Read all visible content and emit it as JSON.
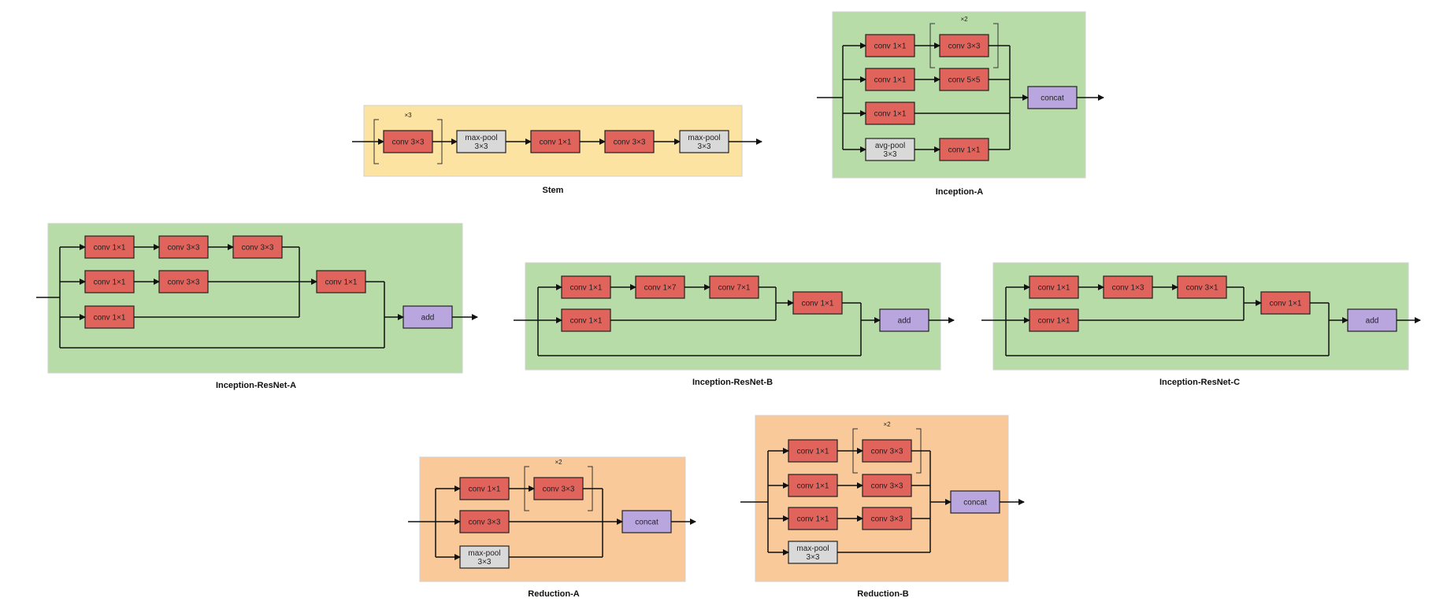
{
  "colors": {
    "stem_bg": "#fde3a1",
    "inception_bg": "#b8dca8",
    "reduction_bg": "#f9c99a",
    "conv": "#e0635c",
    "pool": "#d9d9d9",
    "merge": "#b9a6df"
  },
  "modules": [
    {
      "title": "Stem",
      "blocks": [
        {
          "label": "conv 3×3",
          "kind": "conv",
          "repeat": "×3"
        },
        {
          "label": "max-pool\n3×3",
          "kind": "pool"
        },
        {
          "label": "conv 1×1",
          "kind": "conv"
        },
        {
          "label": "conv 3×3",
          "kind": "conv"
        },
        {
          "label": "max-pool\n3×3",
          "kind": "pool"
        }
      ]
    },
    {
      "title": "Inception-A",
      "blocks": [
        {
          "label": "conv 1×1",
          "kind": "conv"
        },
        {
          "label": "conv 3×3",
          "kind": "conv",
          "repeat": "×2"
        },
        {
          "label": "conv 1×1",
          "kind": "conv"
        },
        {
          "label": "conv 5×5",
          "kind": "conv"
        },
        {
          "label": "conv 1×1",
          "kind": "conv"
        },
        {
          "label": "avg-pool\n3×3",
          "kind": "pool"
        },
        {
          "label": "conv 1×1",
          "kind": "conv"
        },
        {
          "label": "concat",
          "kind": "merge"
        }
      ]
    },
    {
      "title": "Inception-ResNet-A",
      "blocks": [
        {
          "label": "conv 1×1",
          "kind": "conv"
        },
        {
          "label": "conv 3×3",
          "kind": "conv"
        },
        {
          "label": "conv 3×3",
          "kind": "conv"
        },
        {
          "label": "conv 1×1",
          "kind": "conv"
        },
        {
          "label": "conv 3×3",
          "kind": "conv"
        },
        {
          "label": "conv 1×1",
          "kind": "conv"
        },
        {
          "label": "conv 1×1",
          "kind": "conv"
        },
        {
          "label": "add",
          "kind": "merge"
        }
      ]
    },
    {
      "title": "Inception-ResNet-B",
      "blocks": [
        {
          "label": "conv 1×1",
          "kind": "conv"
        },
        {
          "label": "conv 1×7",
          "kind": "conv"
        },
        {
          "label": "conv 7×1",
          "kind": "conv"
        },
        {
          "label": "conv 1×1",
          "kind": "conv"
        },
        {
          "label": "conv 1×1",
          "kind": "conv"
        },
        {
          "label": "add",
          "kind": "merge"
        }
      ]
    },
    {
      "title": "Inception-ResNet-C",
      "blocks": [
        {
          "label": "conv 1×1",
          "kind": "conv"
        },
        {
          "label": "conv 1×3",
          "kind": "conv"
        },
        {
          "label": "conv 3×1",
          "kind": "conv"
        },
        {
          "label": "conv 1×1",
          "kind": "conv"
        },
        {
          "label": "conv 1×1",
          "kind": "conv"
        },
        {
          "label": "add",
          "kind": "merge"
        }
      ]
    },
    {
      "title": "Reduction-A",
      "blocks": [
        {
          "label": "conv 1×1",
          "kind": "conv"
        },
        {
          "label": "conv 3×3",
          "kind": "conv",
          "repeat": "×2"
        },
        {
          "label": "conv 3×3",
          "kind": "conv"
        },
        {
          "label": "max-pool\n3×3",
          "kind": "pool"
        },
        {
          "label": "concat",
          "kind": "merge"
        }
      ]
    },
    {
      "title": "Reduction-B",
      "blocks": [
        {
          "label": "conv 1×1",
          "kind": "conv"
        },
        {
          "label": "conv 3×3",
          "kind": "conv",
          "repeat": "×2"
        },
        {
          "label": "conv 1×1",
          "kind": "conv"
        },
        {
          "label": "conv 3×3",
          "kind": "conv"
        },
        {
          "label": "conv 1×1",
          "kind": "conv"
        },
        {
          "label": "conv 3×3",
          "kind": "conv"
        },
        {
          "label": "max-pool\n3×3",
          "kind": "pool"
        },
        {
          "label": "concat",
          "kind": "merge"
        }
      ]
    }
  ]
}
